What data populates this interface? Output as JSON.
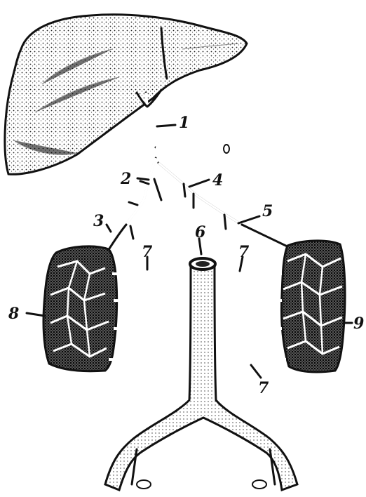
{
  "labels": {
    "l1": "1",
    "l2": "2",
    "l3": "3",
    "l4": "4",
    "l5": "5",
    "l6": "6",
    "l7a": "7",
    "l7b": "7",
    "l7c": "7",
    "l8": "8",
    "l9": "9"
  },
  "colors": {
    "ink": "#111111",
    "paper": "#ffffff"
  }
}
